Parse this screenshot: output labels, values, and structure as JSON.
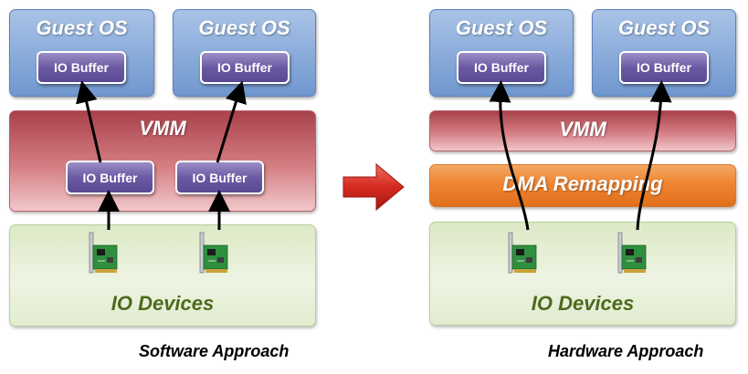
{
  "software": {
    "guest_os_1": "Guest OS",
    "guest_os_2": "Guest OS",
    "guest_buffer_1": "IO Buffer",
    "guest_buffer_2": "IO Buffer",
    "vmm_label": "VMM",
    "vmm_buffer_1": "IO Buffer",
    "vmm_buffer_2": "IO Buffer",
    "devices_label": "IO Devices",
    "caption": "Software Approach"
  },
  "hardware": {
    "guest_os_1": "Guest OS",
    "guest_os_2": "Guest OS",
    "guest_buffer_1": "IO Buffer",
    "guest_buffer_2": "IO Buffer",
    "vmm_label": "VMM",
    "dma_label": "DMA Remapping",
    "devices_label": "IO Devices",
    "caption": "Hardware Approach"
  },
  "colors": {
    "guest_os": "#6f97cf",
    "vmm": "#c0626a",
    "dma_remapping": "#ef8532",
    "io_devices": "#dce9c5",
    "io_buffer": "#6b5aa3",
    "transition_arrow": "#d42a20"
  },
  "icons": {
    "device": "network-card-icon",
    "transition": "right-arrow-icon"
  }
}
